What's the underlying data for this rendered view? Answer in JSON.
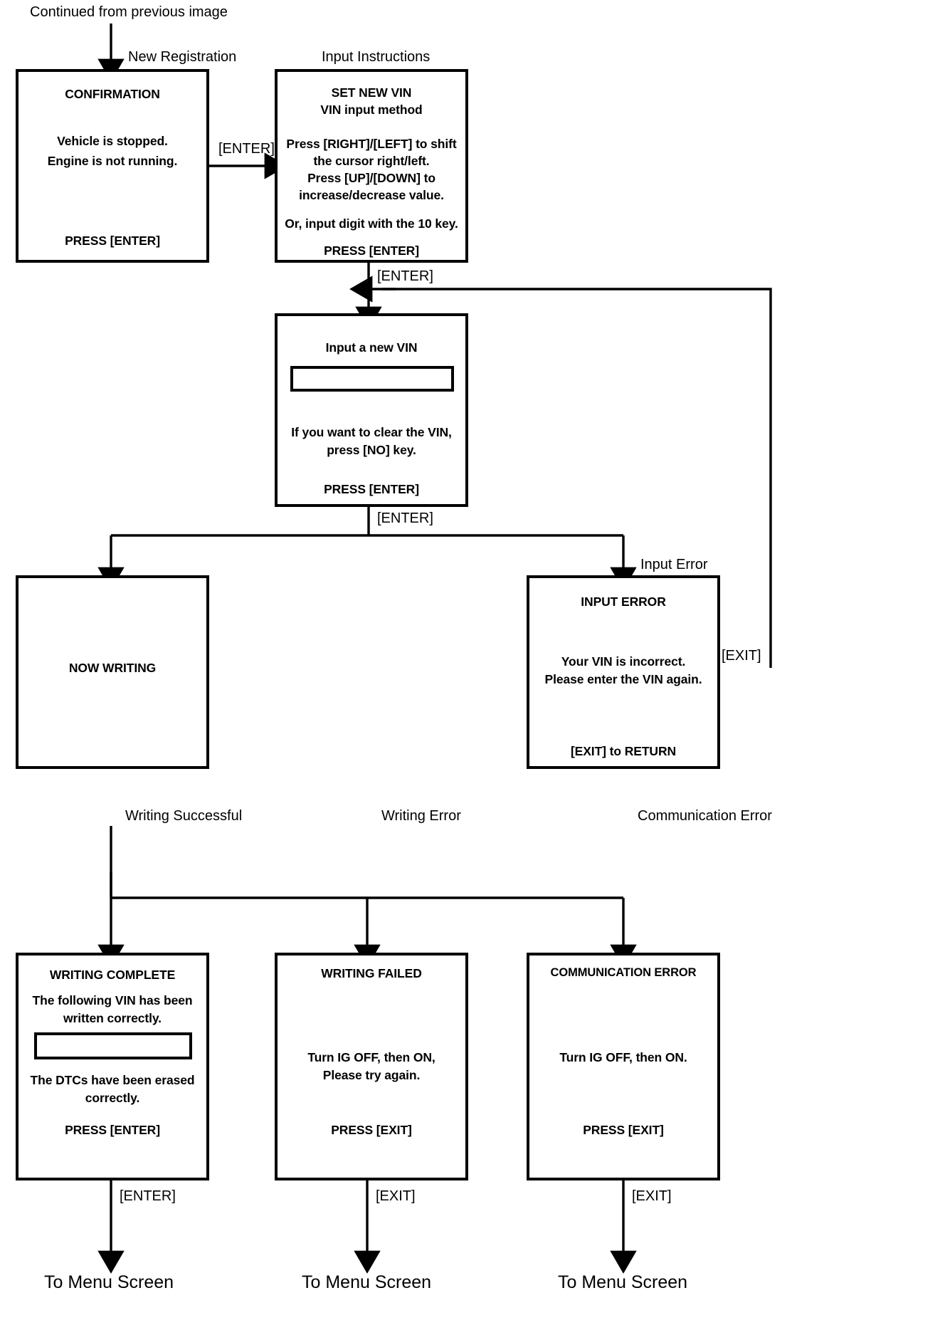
{
  "diagram": {
    "title_note": "Continued from previous image",
    "type": "flowchart",
    "connector_labels": {
      "new_registration": "New Registration",
      "input_instructions": "Input Instructions",
      "input_error": "Input Error",
      "enter_1": "[ENTER]",
      "enter_2": "[ENTER]",
      "enter_3": "[ENTER]",
      "exit_right": "[EXIT]",
      "writing_successful": "Writing Successful",
      "writing_error": "Writing Error",
      "communication_error": "Communication Error",
      "enter_bottom": "[ENTER]",
      "exit_bottom_mid": "[EXIT]",
      "exit_bottom_right": "[EXIT]"
    },
    "terminals": {
      "menu_left": "To Menu Screen",
      "menu_mid": "To Menu Screen",
      "menu_right": "To Menu Screen"
    },
    "screens": {
      "confirmation": {
        "title": "CONFIRMATION",
        "line1": "Vehicle is stopped.",
        "line2": "Engine is not running.",
        "footer": "PRESS [ENTER]"
      },
      "set_new_vin": {
        "title": "SET NEW VIN",
        "subtitle": "VIN input method",
        "body1": "Press [RIGHT]/[LEFT] to shift",
        "body2": "the cursor right/left.",
        "body3": "Press [UP]/[DOWN] to",
        "body4": "increase/decrease value.",
        "body5": "Or, input digit with the 10 key.",
        "footer": "PRESS [ENTER]"
      },
      "input_new_vin": {
        "title": "Input a new VIN",
        "field_value": "",
        "body1": "If you want to clear the VIN,",
        "body2": "press [NO] key.",
        "footer": "PRESS [ENTER]"
      },
      "now_writing": {
        "title": "NOW WRITING"
      },
      "input_error": {
        "title": "INPUT ERROR",
        "body1": "Your VIN is incorrect.",
        "body2": "Please enter the VIN again.",
        "footer": "[EXIT] to RETURN"
      },
      "writing_complete": {
        "title": "WRITING COMPLETE",
        "body1": "The following VIN has been",
        "body2": "written correctly.",
        "field_value": "",
        "body3": "The DTCs have been erased",
        "body4": "correctly.",
        "footer": "PRESS [ENTER]"
      },
      "writing_failed": {
        "title": "WRITING FAILED",
        "body1": "Turn IG OFF, then ON,",
        "body2": "Please try again.",
        "footer": "PRESS [EXIT]"
      },
      "communication_error": {
        "title": "COMMUNICATION ERROR",
        "body1": "Turn IG OFF, then ON.",
        "footer": "PRESS [EXIT]"
      }
    }
  }
}
